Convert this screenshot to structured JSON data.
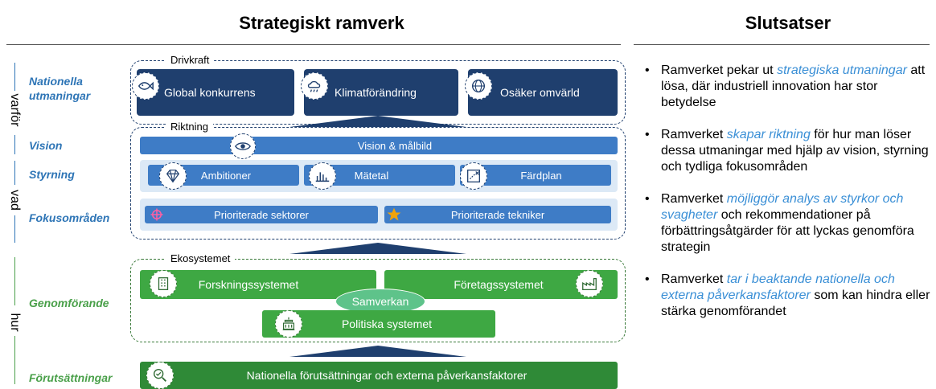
{
  "headers": {
    "left": "Strategiskt ramverk",
    "right": "Slutsatser"
  },
  "side_axes": {
    "varfor": "varför",
    "vad": "vad",
    "hur": "hur"
  },
  "row_labels": {
    "nationella": "Nationella utmaningar",
    "vision": "Vision",
    "styrning": "Styrning",
    "fokus": "Fokusområden",
    "genomforande": "Genomförande",
    "forutsattningar": "Förutsättningar"
  },
  "group_labels": {
    "drivkraft": "Drivkraft",
    "riktning": "Riktning",
    "ekosystemet": "Ekosystemet"
  },
  "drivkraft_items": [
    "Global konkurrens",
    "Klimatförändring",
    "Osäker omvärld"
  ],
  "vision_bar": "Vision & målbild",
  "styrning_items": [
    "Ambitioner",
    "Mätetal",
    "Färdplan"
  ],
  "fokus_items": [
    "Prioriterade sektorer",
    "Prioriterade tekniker"
  ],
  "ekosystem": {
    "forskning": "Forskningssystemet",
    "foretag": "Företagssystemet",
    "samverkan": "Samverkan",
    "politiska": "Politiska systemet"
  },
  "forutsattningar_bar": "Nationella förutsättningar och externa påverkansfaktorer",
  "conclusions": [
    {
      "pre": "Ramverket pekar ut ",
      "hl": "strategiska utmaningar",
      "post": " att lösa, där industriell innovation har stor betydelse"
    },
    {
      "pre": "Ramverket ",
      "hl": "skapar riktning",
      "post": " för hur man löser dessa utmaningar med hjälp av vision, styrning och tydliga fokusområden"
    },
    {
      "pre": "Ramverket ",
      "hl": "möjliggör analys av styrkor och svagheter",
      "post": " och rekommendationer på förbättringsåtgärder för att lyckas genomföra strategin"
    },
    {
      "pre": "Ramverket ",
      "hl": "tar i beaktande nationella och externa påverkansfaktorer",
      "post": " som kan hindra eller stärka genomförandet"
    }
  ],
  "colors": {
    "navy": "#1f3f6e",
    "blue": "#3e7cc6",
    "light_blue": "#dce9f6",
    "green": "#3ea843",
    "dark_green": "#2f8a37",
    "highlight": "#3a8fd6"
  },
  "icons": {
    "global_konkurrens": "fish-icon",
    "klimatforandring": "cloud-rain-icon",
    "osaker_omvarld": "globe-icon",
    "vision": "eye-icon",
    "ambitioner": "diamond-icon",
    "matetal": "bar-chart-icon",
    "fardplan": "map-icon",
    "sektorer": "crosshair-icon",
    "tekniker": "star-icon",
    "forskning": "building-icon",
    "foretag": "factory-icon",
    "politiska": "government-icon",
    "forutsattningar": "magnifier-icon"
  }
}
